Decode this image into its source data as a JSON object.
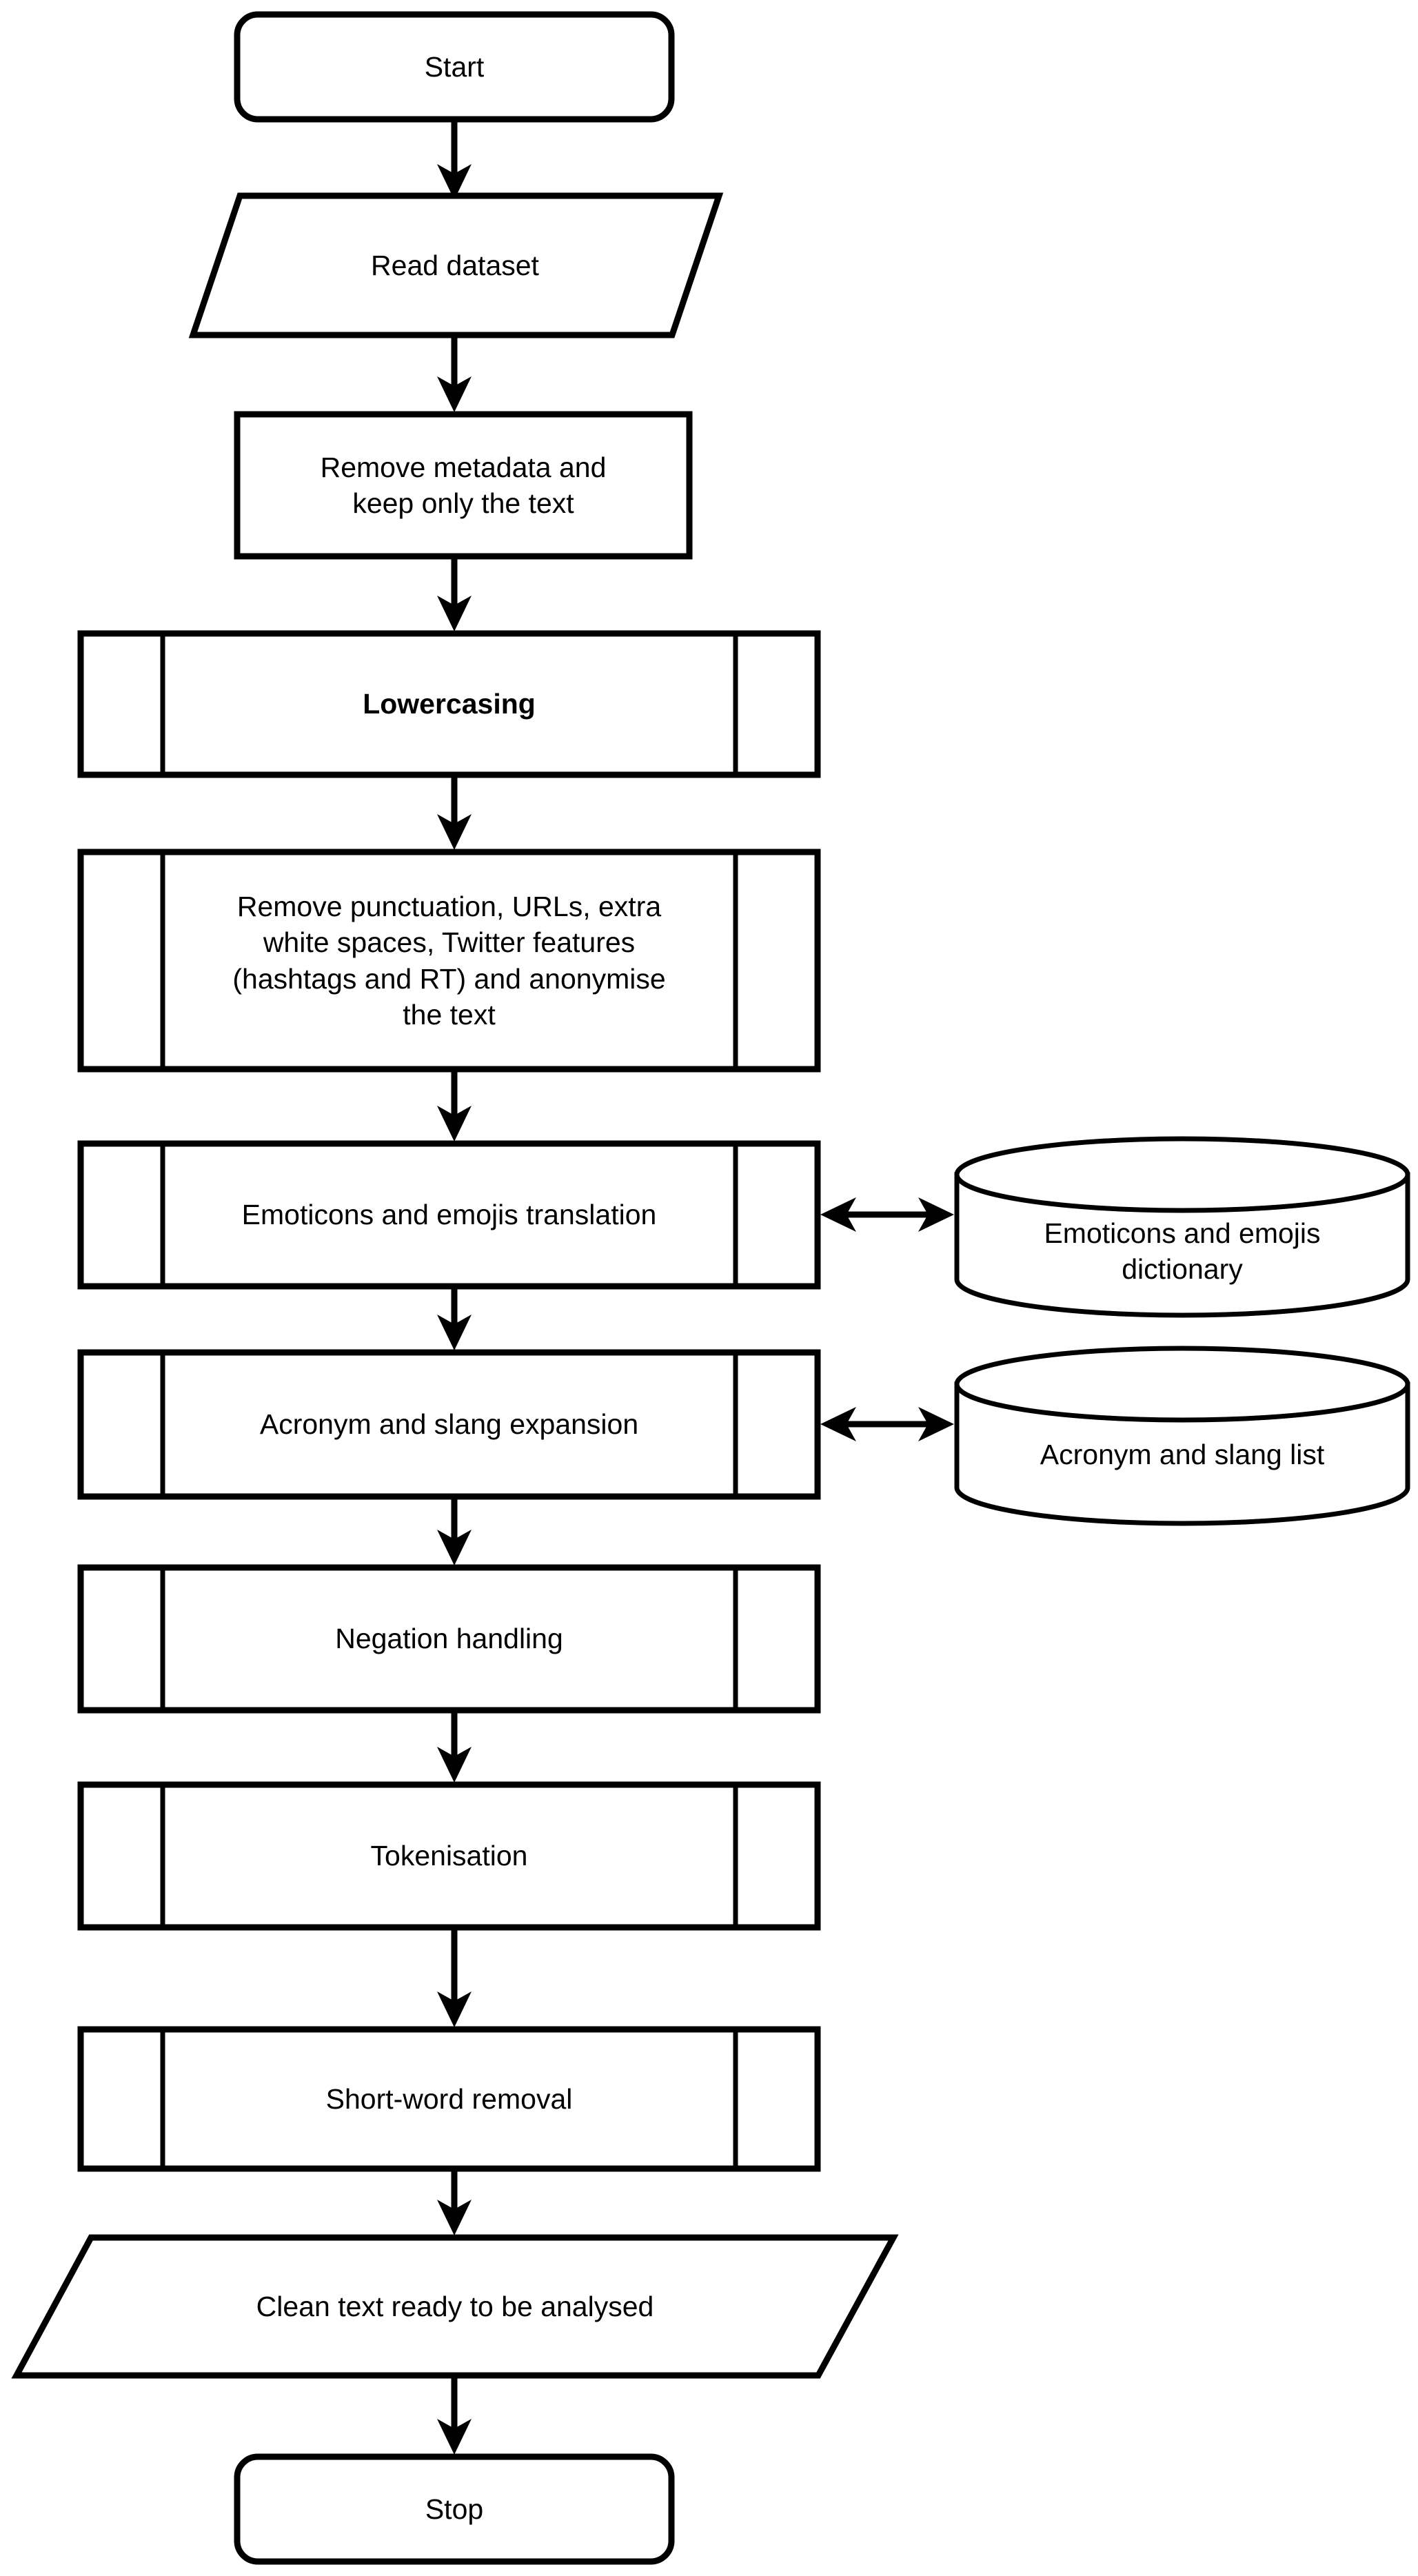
{
  "diagram": {
    "type": "flowchart",
    "title": "Text preprocessing pipeline flowchart",
    "orientation": "top-to-bottom",
    "colors": {
      "stroke": "#000000",
      "fill": "#ffffff",
      "text": "#000000"
    },
    "nodes": [
      {
        "id": "start",
        "shape": "terminator",
        "label": "Start"
      },
      {
        "id": "read-dataset",
        "shape": "parallelogram",
        "label": "Read dataset"
      },
      {
        "id": "remove-metadata",
        "shape": "rectangle",
        "label": "Remove metadata and\nkeep only the text"
      },
      {
        "id": "lowercasing",
        "shape": "predefined-process",
        "label": "Lowercasing"
      },
      {
        "id": "remove-punctuation",
        "shape": "predefined-process",
        "label": "Remove punctuation, URLs, extra\nwhite spaces, Twitter features\n(hashtags and RT) and anonymise\nthe text"
      },
      {
        "id": "emoticons-translation",
        "shape": "predefined-process",
        "label": "Emoticons and emojis translation"
      },
      {
        "id": "acronym-expansion",
        "shape": "predefined-process",
        "label": "Acronym and slang expansion"
      },
      {
        "id": "negation-handling",
        "shape": "predefined-process",
        "label": "Negation handling"
      },
      {
        "id": "tokenisation",
        "shape": "predefined-process",
        "label": "Tokenisation"
      },
      {
        "id": "short-word-removal",
        "shape": "predefined-process",
        "label": "Short-word removal"
      },
      {
        "id": "clean-text",
        "shape": "parallelogram",
        "label": "Clean text ready to be analysed"
      },
      {
        "id": "stop",
        "shape": "terminator",
        "label": "Stop"
      },
      {
        "id": "emoji-dictionary",
        "shape": "cylinder",
        "label": "Emoticons and emojis\ndictionary"
      },
      {
        "id": "acronym-list",
        "shape": "cylinder",
        "label": "Acronym and slang list"
      }
    ],
    "edges": [
      {
        "from": "start",
        "to": "read-dataset",
        "style": "arrow-down"
      },
      {
        "from": "read-dataset",
        "to": "remove-metadata",
        "style": "arrow-down"
      },
      {
        "from": "remove-metadata",
        "to": "lowercasing",
        "style": "arrow-down"
      },
      {
        "from": "lowercasing",
        "to": "remove-punctuation",
        "style": "arrow-down"
      },
      {
        "from": "remove-punctuation",
        "to": "emoticons-translation",
        "style": "arrow-down"
      },
      {
        "from": "emoticons-translation",
        "to": "acronym-expansion",
        "style": "arrow-down"
      },
      {
        "from": "acronym-expansion",
        "to": "negation-handling",
        "style": "arrow-down"
      },
      {
        "from": "negation-handling",
        "to": "tokenisation",
        "style": "arrow-down"
      },
      {
        "from": "tokenisation",
        "to": "short-word-removal",
        "style": "arrow-down"
      },
      {
        "from": "short-word-removal",
        "to": "clean-text",
        "style": "arrow-down"
      },
      {
        "from": "clean-text",
        "to": "stop",
        "style": "arrow-down"
      },
      {
        "from": "emoticons-translation",
        "to": "emoji-dictionary",
        "style": "double-arrow-horizontal"
      },
      {
        "from": "acronym-expansion",
        "to": "acronym-list",
        "style": "double-arrow-horizontal"
      }
    ]
  }
}
